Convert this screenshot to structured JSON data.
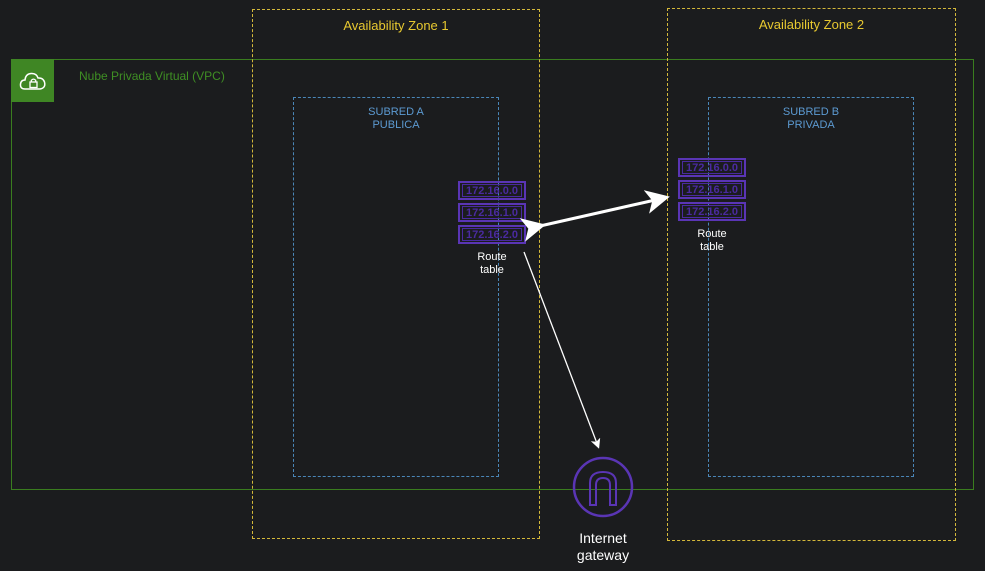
{
  "vpc": {
    "label": "Nube Privada Virtual (VPC)",
    "icon": "cloud-lock-icon",
    "color": "#3f8624"
  },
  "availability_zones": [
    {
      "title": "Availability Zone 1",
      "color": "#e8c930"
    },
    {
      "title": "Availability Zone 2",
      "color": "#e8c930"
    }
  ],
  "subnets": [
    {
      "line1": "SUBRED A",
      "line2": "PUBLICA",
      "color": "#5c9ad2"
    },
    {
      "line1": "SUBRED B",
      "line2": "PRIVADA",
      "color": "#5c9ad2"
    }
  ],
  "route_tables": [
    {
      "rows": [
        "172.16.0.0",
        "172.16.1.0",
        "172.16.2.0"
      ],
      "label_line1": "Route",
      "label_line2": "table"
    },
    {
      "rows": [
        "172.16.0.0",
        "172.16.1.0",
        "172.16.2.0"
      ],
      "label_line1": "Route",
      "label_line2": "table"
    }
  ],
  "internet_gateway": {
    "label_line1": "Internet",
    "label_line2": "gateway",
    "icon": "internet-gateway-icon",
    "color": "#5a35b5"
  },
  "connections": [
    {
      "from": "route-table-a",
      "to": "route-table-b",
      "type": "bidirectional"
    },
    {
      "from": "route-table-a",
      "to": "internet-gateway",
      "type": "directed"
    }
  ]
}
